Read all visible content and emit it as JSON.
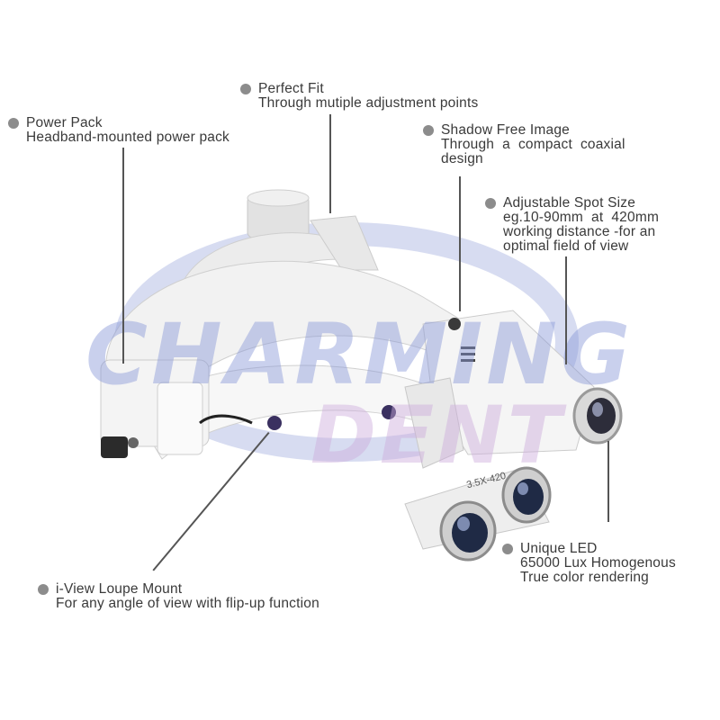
{
  "callouts": {
    "perfect_fit": {
      "title": "Perfect Fit",
      "desc": "Through mutiple adjustment points"
    },
    "power_pack": {
      "title": "Power Pack",
      "desc": "Headband-mounted power pack"
    },
    "shadow_free": {
      "title": "Shadow Free Image",
      "desc_1": "Through  a  compact  coaxial",
      "desc_2": "design"
    },
    "spot_size": {
      "title": "Adjustable Spot Size",
      "desc_1": "eg.10-90mm  at  420mm",
      "desc_2": "working distance -for an",
      "desc_3": "optimal field of view"
    },
    "led": {
      "title": "Unique LED",
      "desc_1": "65000 Lux Homogenous",
      "desc_2": "True color rendering"
    },
    "loupe_mount": {
      "title": "i-View Loupe Mount",
      "desc": "For any angle of view with flip-up function"
    }
  },
  "watermark": {
    "line1": "CHARMING",
    "line2": "DENT"
  },
  "device": {
    "loupe_label": "3.5X-420"
  },
  "colors": {
    "watermark_blue": "#8796d7",
    "watermark_pink": "#cdaadc",
    "dot": "#8c8c8c",
    "text": "#3a3a3a"
  }
}
